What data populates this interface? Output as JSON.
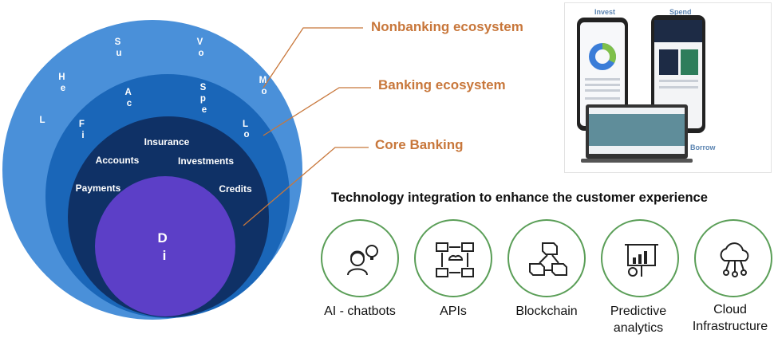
{
  "circles": {
    "outer_labels": [
      "Subscription\nmanagement",
      "Voice and data\nservices",
      "Health\nServices",
      "Mobility\nServices",
      "Lifestyle"
    ],
    "banking_labels": [
      "Account\nConsolidation",
      "Spending,\nplanning and\ncontrol",
      "Financial\nEducation",
      "Loyalty\ndiscounts"
    ],
    "core_labels": [
      "Insurance",
      "Accounts",
      "Investments",
      "Payments",
      "Credits"
    ],
    "center_label": "Digital\nBanking"
  },
  "ecosystems": {
    "nonbanking": "Nonbanking ecosystem",
    "banking": "Banking ecosystem",
    "core": "Core Banking"
  },
  "panel": {
    "invest": "Invest",
    "spend": "Spend",
    "borrow": "Borrow"
  },
  "headline": "Technology integration to enhance the customer experience",
  "technologies": [
    {
      "label": "AI - chatbots",
      "icon": "chatbot-icon"
    },
    {
      "label": "APIs",
      "icon": "api-network-icon"
    },
    {
      "label": "Blockchain",
      "icon": "blockchain-icon"
    },
    {
      "label": "Predictive\nanalytics",
      "icon": "analytics-icon"
    },
    {
      "label": "Cloud\nInfrastructure",
      "icon": "cloud-icon"
    }
  ],
  "colors": {
    "outer": "#4a90d9",
    "banking": "#1a66b8",
    "core": "#0f3166",
    "center": "#5c3fc7",
    "ecosystem_text": "#c8773b",
    "tech_ring": "#5a9e57"
  }
}
